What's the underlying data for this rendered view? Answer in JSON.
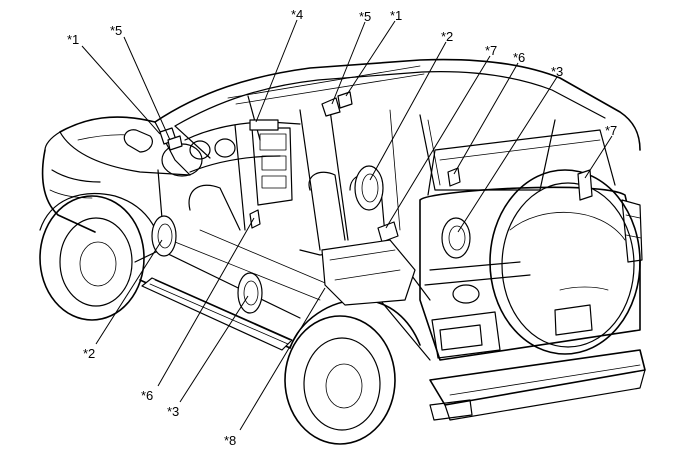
{
  "callouts": {
    "c1a": "*1",
    "c5a": "*5",
    "c4": "*4",
    "c5b": "*5",
    "c1b": "*1",
    "c2a": "*2",
    "c7a": "*7",
    "c6a": "*6",
    "c3a": "*3",
    "c7b": "*7",
    "c2b": "*2",
    "c6b": "*6",
    "c3b": "*3",
    "c8": "*8"
  }
}
